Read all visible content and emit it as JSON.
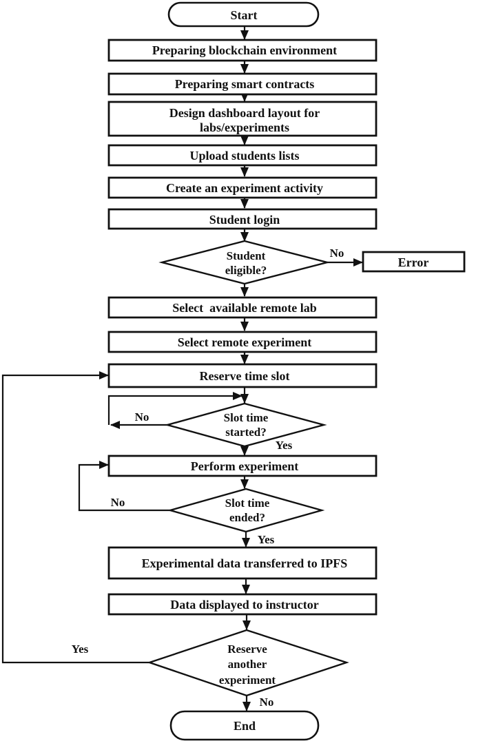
{
  "flowchart": {
    "nodes": {
      "start": {
        "type": "terminator",
        "label": "Start"
      },
      "prep_blockchain": {
        "type": "process",
        "label": "Preparing blockchain environment"
      },
      "prep_contracts": {
        "type": "process",
        "label": "Preparing smart contracts"
      },
      "design_dashboard": {
        "type": "process",
        "lines": [
          "Design dashboard layout for",
          "labs/experiments"
        ]
      },
      "upload_lists": {
        "type": "process",
        "label": "Upload students lists"
      },
      "create_activity": {
        "type": "process",
        "label": "Create an experiment activity"
      },
      "student_login": {
        "type": "process",
        "label": "Student login"
      },
      "student_eligible": {
        "type": "decision",
        "lines": [
          "Student",
          "eligible?"
        ]
      },
      "error": {
        "type": "process",
        "label": "Error"
      },
      "select_lab": {
        "type": "process",
        "label": "Select  available remote lab"
      },
      "select_experiment": {
        "type": "process",
        "label": "Select remote experiment"
      },
      "reserve_slot": {
        "type": "process",
        "label": "Reserve time slot"
      },
      "slot_started": {
        "type": "decision",
        "lines": [
          "Slot time",
          "started?"
        ]
      },
      "perform_experiment": {
        "type": "process",
        "label": "Perform experiment"
      },
      "slot_ended": {
        "type": "decision",
        "lines": [
          "Slot time",
          "ended?"
        ]
      },
      "data_ipfs": {
        "type": "process",
        "label": "Experimental data transferred to IPFS"
      },
      "data_instructor": {
        "type": "process",
        "label": "Data displayed to instructor"
      },
      "reserve_another": {
        "type": "decision",
        "lines": [
          "Reserve",
          "another",
          "experiment"
        ]
      },
      "end": {
        "type": "terminator",
        "label": "End"
      }
    },
    "edge_labels": {
      "eligible_no": "No",
      "started_no": "No",
      "started_yes": "Yes",
      "ended_no": "No",
      "ended_yes": "Yes",
      "another_yes": "Yes",
      "another_no": "No"
    },
    "colors": {
      "stroke": "#111111",
      "fill": "#ffffff",
      "background": "#ffffff"
    }
  }
}
